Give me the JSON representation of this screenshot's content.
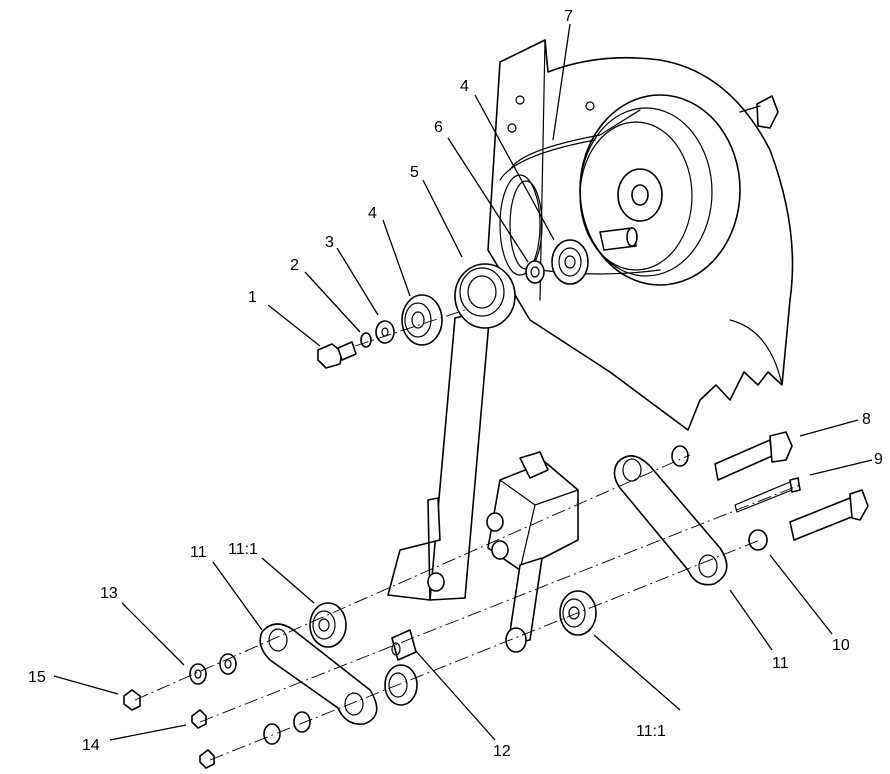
{
  "callouts": {
    "c1": "1",
    "c2": "2",
    "c3": "3",
    "c4a": "4",
    "c4b": "4",
    "c5": "5",
    "c6": "6",
    "c7": "7",
    "c8": "8",
    "c9": "9",
    "c10": "10",
    "c11a": "11",
    "c11b": "11",
    "c11_1a": "11:1",
    "c11_1b": "11:1",
    "c12": "12",
    "c13": "13",
    "c14": "14",
    "c15": "15"
  }
}
